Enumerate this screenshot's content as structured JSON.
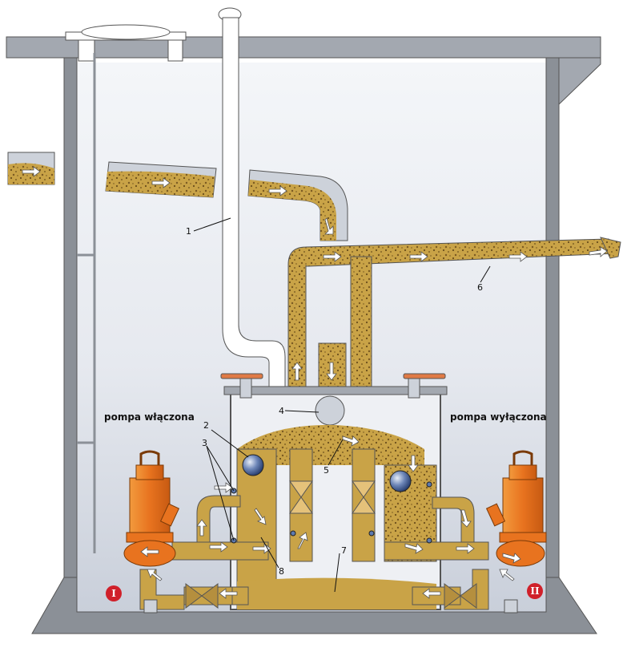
{
  "captions": {
    "left_pump_state": "pompa włączona",
    "right_pump_state": "pompa wyłączona"
  },
  "pump_markers": {
    "left": "I",
    "right": "II"
  },
  "callouts": {
    "n1": "1",
    "n2": "2",
    "n3": "3",
    "n4": "4",
    "n5": "5",
    "n6": "6",
    "n7": "7",
    "n8": "8"
  },
  "colors": {
    "sewage": "#c9a347",
    "sewage_dark": "#6b4e1c",
    "pump_orange": "#e8731f",
    "marker_red": "#d0202a",
    "structure_grey": "#8b9097",
    "tank_bg": "#dfe3ea",
    "vent_white": "#ffffff"
  }
}
